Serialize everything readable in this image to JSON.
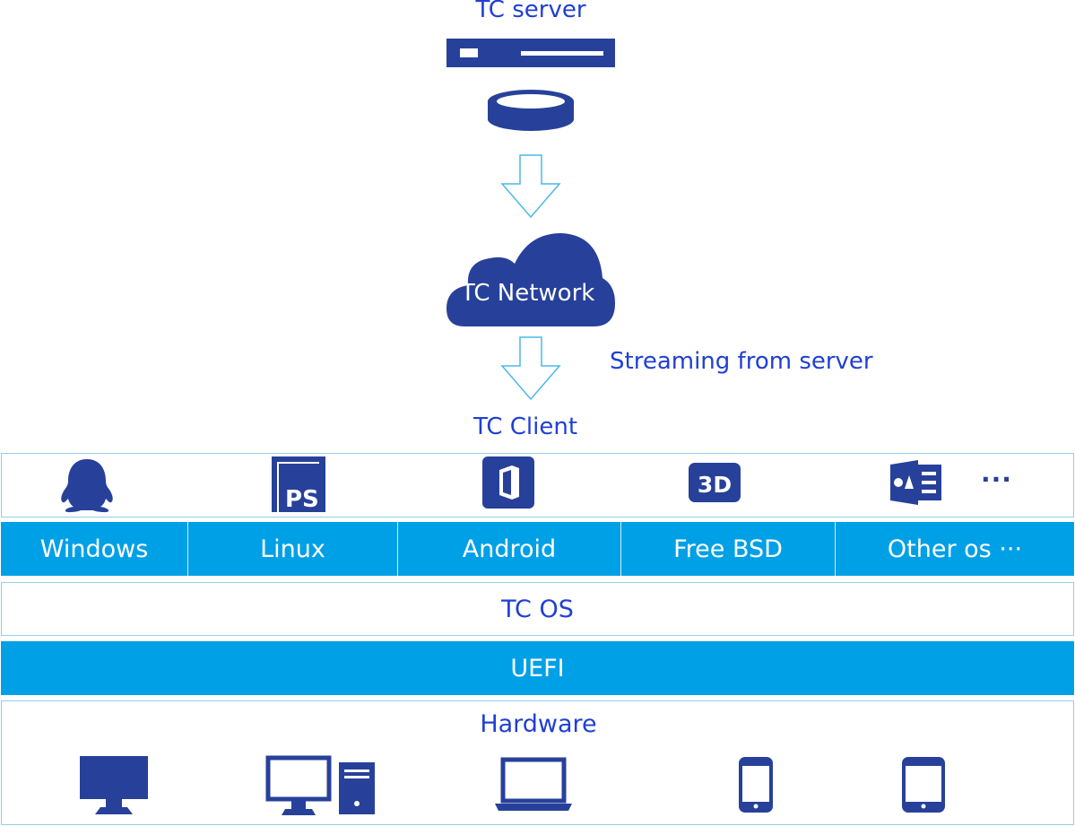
{
  "server": {
    "label": "TC server"
  },
  "network": {
    "label": "TC Network"
  },
  "streaming": {
    "label": "Streaming from server"
  },
  "client": {
    "label": "TC Client"
  },
  "apps": {
    "icons": [
      "penguin-icon",
      "ps-icon",
      "office-icon",
      "3d-icon",
      "outlook-icon"
    ],
    "ps_text": "PS",
    "threed_text": "3D",
    "more": "···"
  },
  "os_bar": {
    "items": [
      "Windows",
      "Linux",
      "Android",
      "Free BSD",
      "Other os ···"
    ]
  },
  "tcos": {
    "label": "TC OS"
  },
  "uefi": {
    "label": "UEFI"
  },
  "hardware": {
    "label": "Hardware",
    "icons": [
      "monitor-icon",
      "desktop-tower-icon",
      "laptop-icon",
      "smartphone-icon",
      "tablet-icon"
    ]
  },
  "colors": {
    "dark_blue": "#27419a",
    "bar_blue": "#00a0e6",
    "text_blue": "#1f3fd6",
    "border_light": "#8fd0ec"
  }
}
